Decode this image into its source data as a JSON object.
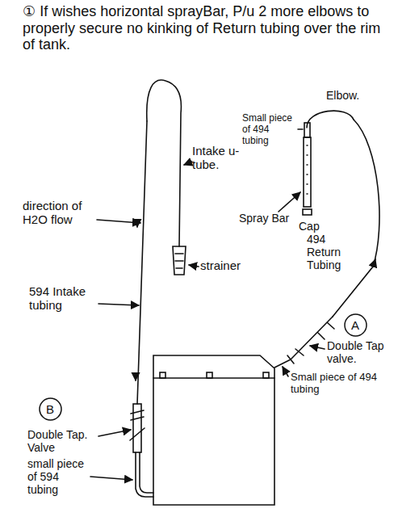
{
  "diagram": {
    "nodes": [
      {
        "text": [
          "A"
        ]
      },
      {
        "text": [
          "B"
        ]
      }
    ],
    "labels": [
      "① If wishes horizontal sprayBar, P/u 2 more elbows to properly secure no kinking of Return tubing over the rim of tank.",
      "Intake u-tube.",
      "strainer",
      "direction of H2O flow",
      "594 Intake tubing",
      "Small piece of 494 tubing",
      "Elbow.",
      "Spray Bar",
      "Cap",
      "494 Return Tubing",
      "Double Tap valve.",
      "Small piece of 494 tubing",
      "Double Tap. Valve",
      "small piece of 594 tubing"
    ]
  }
}
